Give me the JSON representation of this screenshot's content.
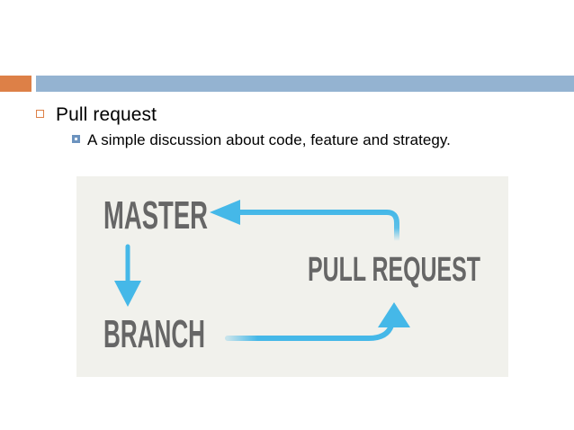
{
  "slide": {
    "background_color": "#ffffff",
    "header_band": {
      "orange_color": "#dd8047",
      "blue_color": "#94b3d1"
    }
  },
  "bullets": {
    "level1": {
      "marker": "square-outline-orange",
      "text": "Pull request"
    },
    "level2": {
      "marker": "square-blue",
      "text": "A simple discussion about code, feature and strategy."
    }
  },
  "diagram": {
    "background_color": "#f1f1ec",
    "accent_color": "#45b8e8",
    "text_color": "#666666",
    "labels": {
      "master": "MASTER",
      "pull_request": "PULL REQUEST",
      "branch": "BRANCH"
    },
    "arrows": [
      {
        "name": "master-down-to-branch",
        "from": "MASTER",
        "to": "BRANCH",
        "direction": "down"
      },
      {
        "name": "branch-to-pull-request",
        "from": "BRANCH",
        "to": "PULL REQUEST",
        "direction": "right-up"
      },
      {
        "name": "pull-request-to-master",
        "from": "PULL REQUEST",
        "to": "MASTER",
        "direction": "left"
      }
    ]
  }
}
